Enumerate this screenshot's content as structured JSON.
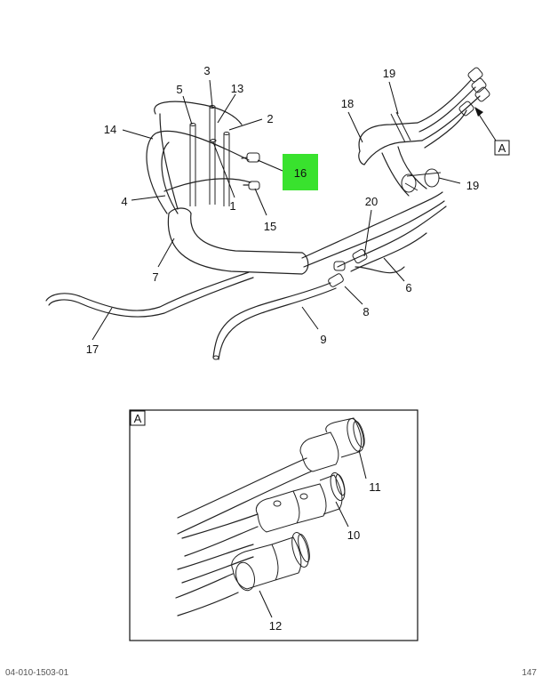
{
  "main_labels": [
    "1",
    "2",
    "3",
    "4",
    "5",
    "6",
    "7",
    "8",
    "9",
    "13",
    "14",
    "15",
    "16",
    "17",
    "18",
    "19",
    "19",
    "20"
  ],
  "highlight_label": "16",
  "highlight_color": "#39e22e",
  "view_marker": "A",
  "detail": {
    "title": "A",
    "labels": [
      "10",
      "11",
      "12"
    ]
  },
  "footer_left": "04-010-1503-01",
  "footer_right": "147"
}
